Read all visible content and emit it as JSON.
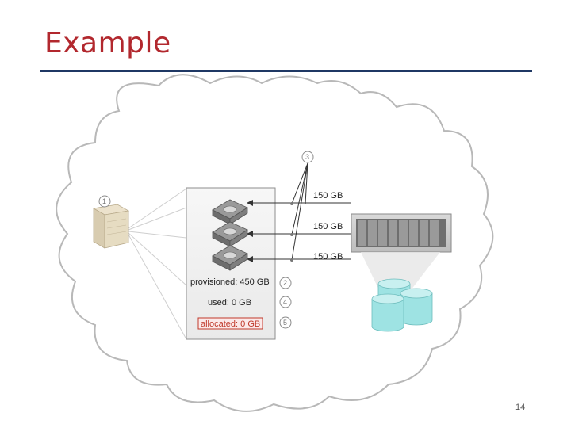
{
  "slide": {
    "title": "Example",
    "page_number": "14"
  },
  "diagram": {
    "callouts": [
      "1",
      "2",
      "3",
      "4",
      "5"
    ],
    "volumes": [
      {
        "label": "150 GB"
      },
      {
        "label": "150 GB"
      },
      {
        "label": "150 GB"
      }
    ],
    "stats": {
      "provisioned": "provisioned: 450 GB",
      "used": "used: 0 GB",
      "allocated": "allocated: 0 GB"
    },
    "colors": {
      "title": "#b2282e",
      "rule": "#1f3864",
      "cylinder": "#9ee3e3",
      "allocated_border": "#c0392b"
    }
  }
}
